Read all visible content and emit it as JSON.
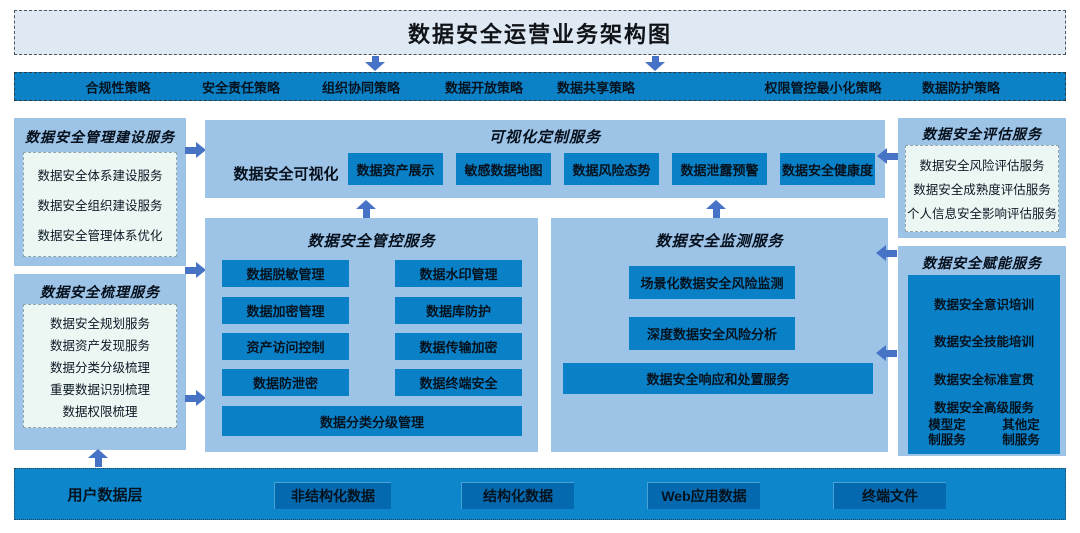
{
  "diagram": {
    "title": "数据安全运营业务架构图",
    "policy_bar": {
      "items": [
        "合规性策略",
        "安全责任策略",
        "组织协同策略",
        "数据开放策略",
        "数据共享策略",
        "权限管控最小化策略",
        "数据防护策略"
      ]
    },
    "left_column": {
      "management_box": {
        "title": "数据安全管理建设服务",
        "items": [
          "数据安全体系建设服务",
          "数据安全组织建设服务",
          "数据安全管理体系优化"
        ]
      },
      "sorting_box": {
        "title": "数据安全梳理服务",
        "items": [
          "数据安全规划服务",
          "数据资产发现服务",
          "数据分类分级梳理",
          "重要数据识别梳理",
          "数据权限梳理"
        ]
      }
    },
    "visualization_box": {
      "title": "可视化定制服务",
      "label": "数据安全可视化",
      "buttons": [
        "数据资产展示",
        "敏感数据地图",
        "数据风险态势",
        "数据泄露预警",
        "数据安全健康度"
      ]
    },
    "control_box": {
      "title": "数据安全管控服务",
      "left_buttons": [
        "数据脱敏管理",
        "数据加密管理",
        "资产访问控制",
        "数据防泄密"
      ],
      "right_buttons": [
        "数据水印管理",
        "数据库防护",
        "数据传输加密",
        "数据终端安全"
      ],
      "bottom_button": "数据分类分级管理"
    },
    "monitoring_box": {
      "title": "数据安全监测服务",
      "buttons": [
        "场景化数据安全风险监测",
        "深度数据安全风险分析"
      ],
      "bottom_button": "数据安全响应和处置服务"
    },
    "right_column": {
      "assessment_box": {
        "title": "数据安全评估服务",
        "items": [
          "数据安全风险评估服务",
          "数据安全成熟度评估服务",
          "个人信息安全影响评估服务"
        ]
      },
      "enablement_box": {
        "title": "数据安全赋能服务",
        "training_items": [
          "数据安全意识培训",
          "数据安全技能培训",
          "数据安全标准宣贯"
        ],
        "advanced_title": "数据安全高级服务",
        "advanced_items": [
          "模型定制服务",
          "其他定制服务"
        ]
      }
    },
    "bottom_bar": {
      "label": "用户数据层",
      "buttons": [
        "非结构化数据",
        "结构化数据",
        "Web应用数据",
        "终端文件"
      ]
    }
  },
  "colors": {
    "title_bg": "#dfe9f4",
    "policy_bar_blue": "#0d81c6",
    "panel_blue": "#9dc3e6",
    "inner_list_bg": "#ecf7f4",
    "button_blue": "#0a80c7",
    "bottom_bar_blue": "#0e86cc",
    "bottom_button_blue": "#0569af",
    "arrow_blue": "#4673c5"
  }
}
